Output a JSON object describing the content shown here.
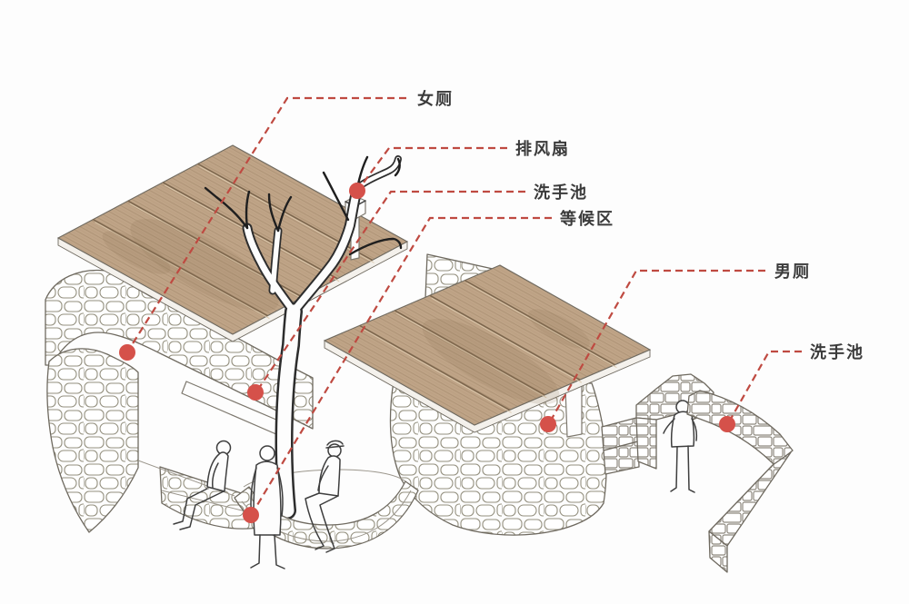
{
  "diagram": {
    "kind": "axonometric architectural diagram",
    "subject": "stone public-toilet pavilion with wooden roof, tree, benches and people",
    "callouts": [
      {
        "id": "women-toilet",
        "text": "女厕"
      },
      {
        "id": "exhaust-fan",
        "text": "排风扇"
      },
      {
        "id": "washbasin-roof",
        "text": "洗手池"
      },
      {
        "id": "waiting-area",
        "text": "等候区"
      },
      {
        "id": "men-toilet",
        "text": "男厕"
      },
      {
        "id": "washbasin-right",
        "text": "洗手池"
      }
    ]
  },
  "colors": {
    "accent_red": "#bf4a41",
    "dot_red": "#d5514a",
    "text": "#3b3b3b",
    "wood": "#bfa487",
    "wood_dark": "#8a7158",
    "stone_line": "#94907f"
  }
}
